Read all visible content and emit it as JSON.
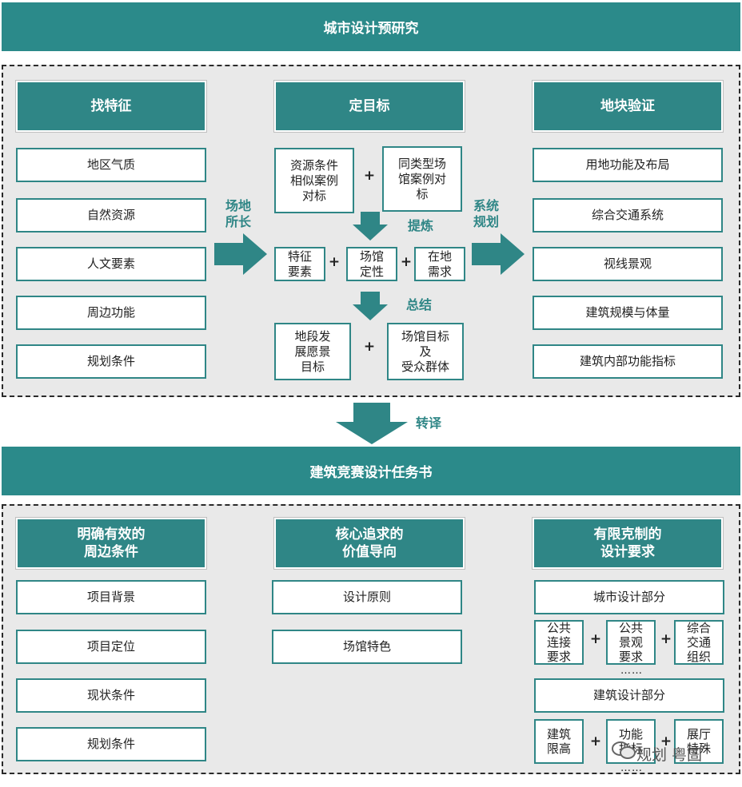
{
  "top_banner": "城市设计预研究",
  "panel1": {
    "col1": {
      "header": "找特征",
      "items": [
        "地区气质",
        "自然资源",
        "人文要素",
        "周边功能",
        "规划条件"
      ]
    },
    "arrow1_label": "场地\n所长",
    "col2": {
      "header": "定目标",
      "row1": [
        "资源条件\n相似案例\n对标",
        "同类型场\n馆案例对\n标"
      ],
      "refine_label": "提炼",
      "row2": [
        "特征\n要素",
        "场馆\n定性",
        "在地\n需求"
      ],
      "summary_label": "总结",
      "row3": [
        "地段发\n展愿景\n目标",
        "场馆目标\n及\n受众群体"
      ]
    },
    "arrow2_label": "系统\n规划",
    "col3": {
      "header": "地块验证",
      "items": [
        "用地功能及布局",
        "综合交通系统",
        "视线景观",
        "建筑规模与体量",
        "建筑内部功能指标"
      ]
    }
  },
  "translate_label": "转译",
  "middle_banner": "建筑竞赛设计任务书",
  "panel2": {
    "col1": {
      "header": "明确有效的\n周边条件",
      "items": [
        "项目背景",
        "项目定位",
        "现状条件",
        "规划条件"
      ]
    },
    "col2": {
      "header": "核心追求的\n价值导向",
      "items": [
        "设计原则",
        "场馆特色"
      ]
    },
    "col3": {
      "header": "有限克制的\n设计要求",
      "urban_part": "城市设计部分",
      "urban_items": [
        "公共\n连接\n要求",
        "公共\n景观\n要求",
        "综合\n交通\n组织"
      ],
      "ellipsis": "……",
      "arch_part": "建筑设计部分",
      "arch_items": [
        "建筑\n限高",
        "功能\n指标",
        "展厅\n特殊"
      ]
    }
  },
  "plus_sign": "+",
  "watermark": "规划 粤圄",
  "colors": {
    "teal": "#2f8686",
    "panel_bg": "#e9e9e9"
  }
}
